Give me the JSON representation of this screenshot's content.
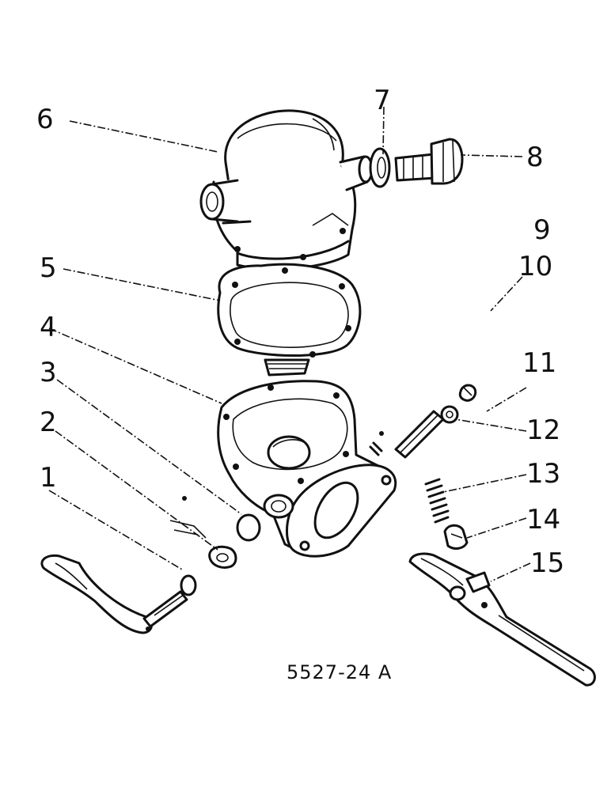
{
  "diagram": {
    "reference_code": "5527-24 A",
    "callouts": [
      {
        "id": 1,
        "text": "1"
      },
      {
        "id": 2,
        "text": "2"
      },
      {
        "id": 3,
        "text": "3"
      },
      {
        "id": 4,
        "text": "4"
      },
      {
        "id": 5,
        "text": "5"
      },
      {
        "id": 6,
        "text": "6"
      },
      {
        "id": 7,
        "text": "7"
      },
      {
        "id": 8,
        "text": "8"
      },
      {
        "id": 9,
        "text": "9"
      },
      {
        "id": 10,
        "text": "10"
      },
      {
        "id": 11,
        "text": "11"
      },
      {
        "id": 12,
        "text": "12"
      },
      {
        "id": 13,
        "text": "13"
      },
      {
        "id": 14,
        "text": "14"
      },
      {
        "id": 15,
        "text": "15"
      }
    ]
  }
}
